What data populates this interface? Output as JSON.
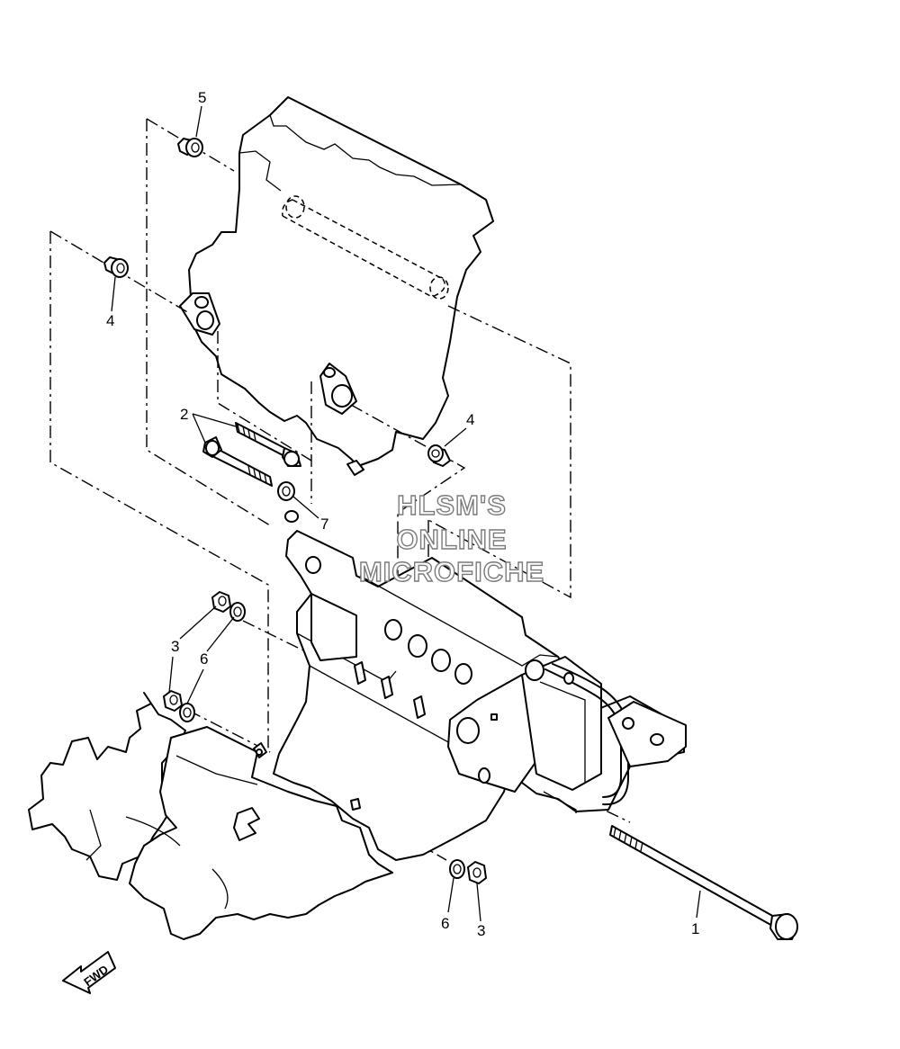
{
  "callouts": {
    "c5": "5",
    "c4a": "4",
    "c4b": "4",
    "c2": "2",
    "c7": "7",
    "c3a": "3",
    "c6a": "6",
    "c6b": "6",
    "c3b": "3",
    "c1": "1"
  },
  "watermark": {
    "line1": "HLSM'S",
    "line2": "ONLINE",
    "line3": "MICROFICHE"
  },
  "fwd_label": "FWD",
  "colors": {
    "line": "#000000",
    "background": "#ffffff",
    "watermark_outline": "#7a7a7a"
  }
}
